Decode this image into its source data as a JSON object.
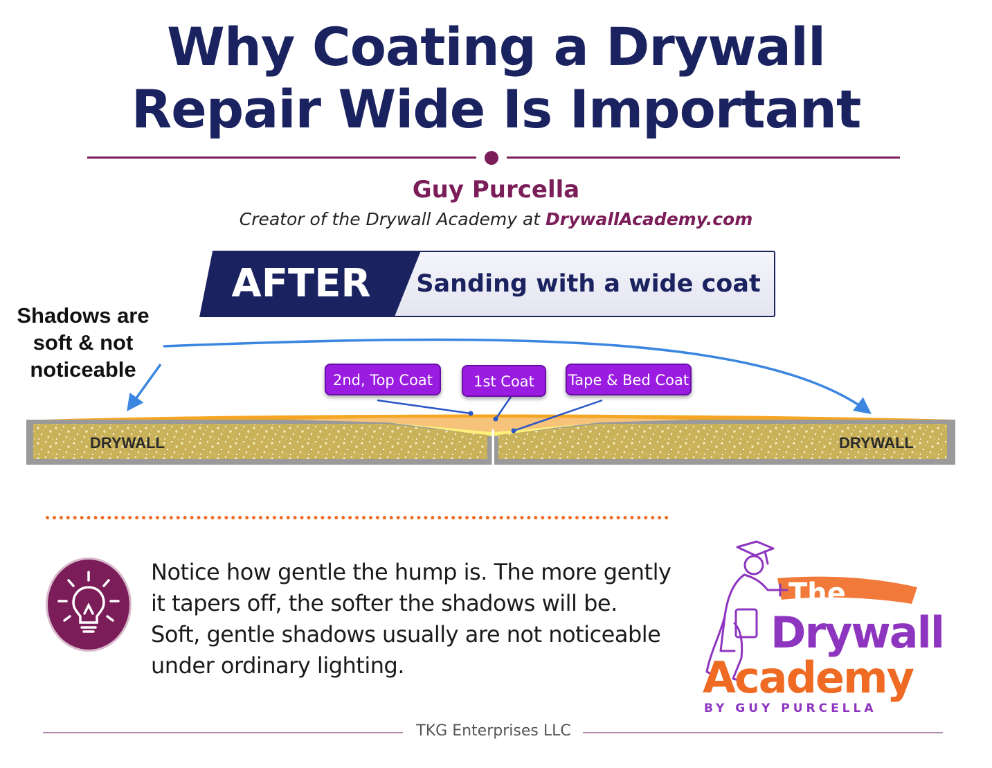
{
  "header": {
    "title_line1": "Why Coating a Drywall",
    "title_line2": "Repair Wide Is Important",
    "author": "Guy Purcella",
    "subtitle_prefix": "Creator of the Drywall Academy at ",
    "subtitle_site": "DrywallAcademy.com"
  },
  "banner": {
    "label": "AFTER",
    "text": "Sanding with a wide coat"
  },
  "diagram": {
    "annotation_lines": [
      "Shadows are",
      "soft & not",
      "noticeable"
    ],
    "coat_labels": {
      "top_coat": "2nd, Top Coat",
      "first_coat": "1st Coat",
      "tape_bed_coat": "Tape & Bed Coat"
    },
    "drywall_left": "DRYWALL",
    "drywall_right": "DRYWALL"
  },
  "tip": {
    "lines": [
      "Notice how gentle the hump is. The more gently",
      "it tapers off, the softer the shadows will be.",
      "Soft, gentle shadows usually are not noticeable",
      "under ordinary lighting."
    ]
  },
  "logo": {
    "word_the": "The",
    "word_drywall": "Drywall",
    "word_academy": "Academy",
    "byline": "BY GUY PURCELLA"
  },
  "footer": {
    "company": "TKG Enterprises LLC"
  },
  "colors": {
    "navy": "#1b2260",
    "plum": "#7a1d58",
    "purple_label": "#9a1fe0",
    "drywall_gold": "#c9b25a",
    "orange": "#ef6a23",
    "arrow_blue": "#3a86e0"
  }
}
